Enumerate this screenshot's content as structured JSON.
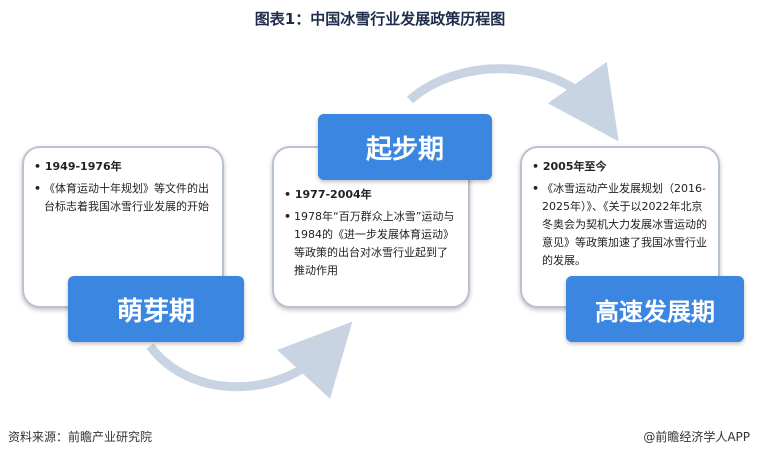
{
  "title": "图表1：中国冰雪行业发展政策历程图",
  "stages": [
    {
      "name": "萌芽期",
      "period": "1949-1976年",
      "description": "《体育运动十年规划》等文件的出台标志着我国冰雪行业发展的开始"
    },
    {
      "name": "起步期",
      "period": "1977-2004年",
      "description": "1978年“百万群众上冰雪”运动与1984的《进一步发展体育运动》等政策的出台对冰雪行业起到了推动作用"
    },
    {
      "name": "高速发展期",
      "period": "2005年至今",
      "description": "《冰雪运动产业发展规划（2016-2025年）》、《关于以2022年北京冬奥会为契机大力发展冰雪运动的意见》等政策加速了我国冰雪行业的发展。"
    }
  ],
  "footer": {
    "source": "资料来源：前瞻产业研究院",
    "brand": "@前瞻经济学人APP"
  },
  "colors": {
    "stage_fill": "#3a86e0",
    "card_border": "#b9c3d0",
    "arrow": "#c9d4e3"
  }
}
